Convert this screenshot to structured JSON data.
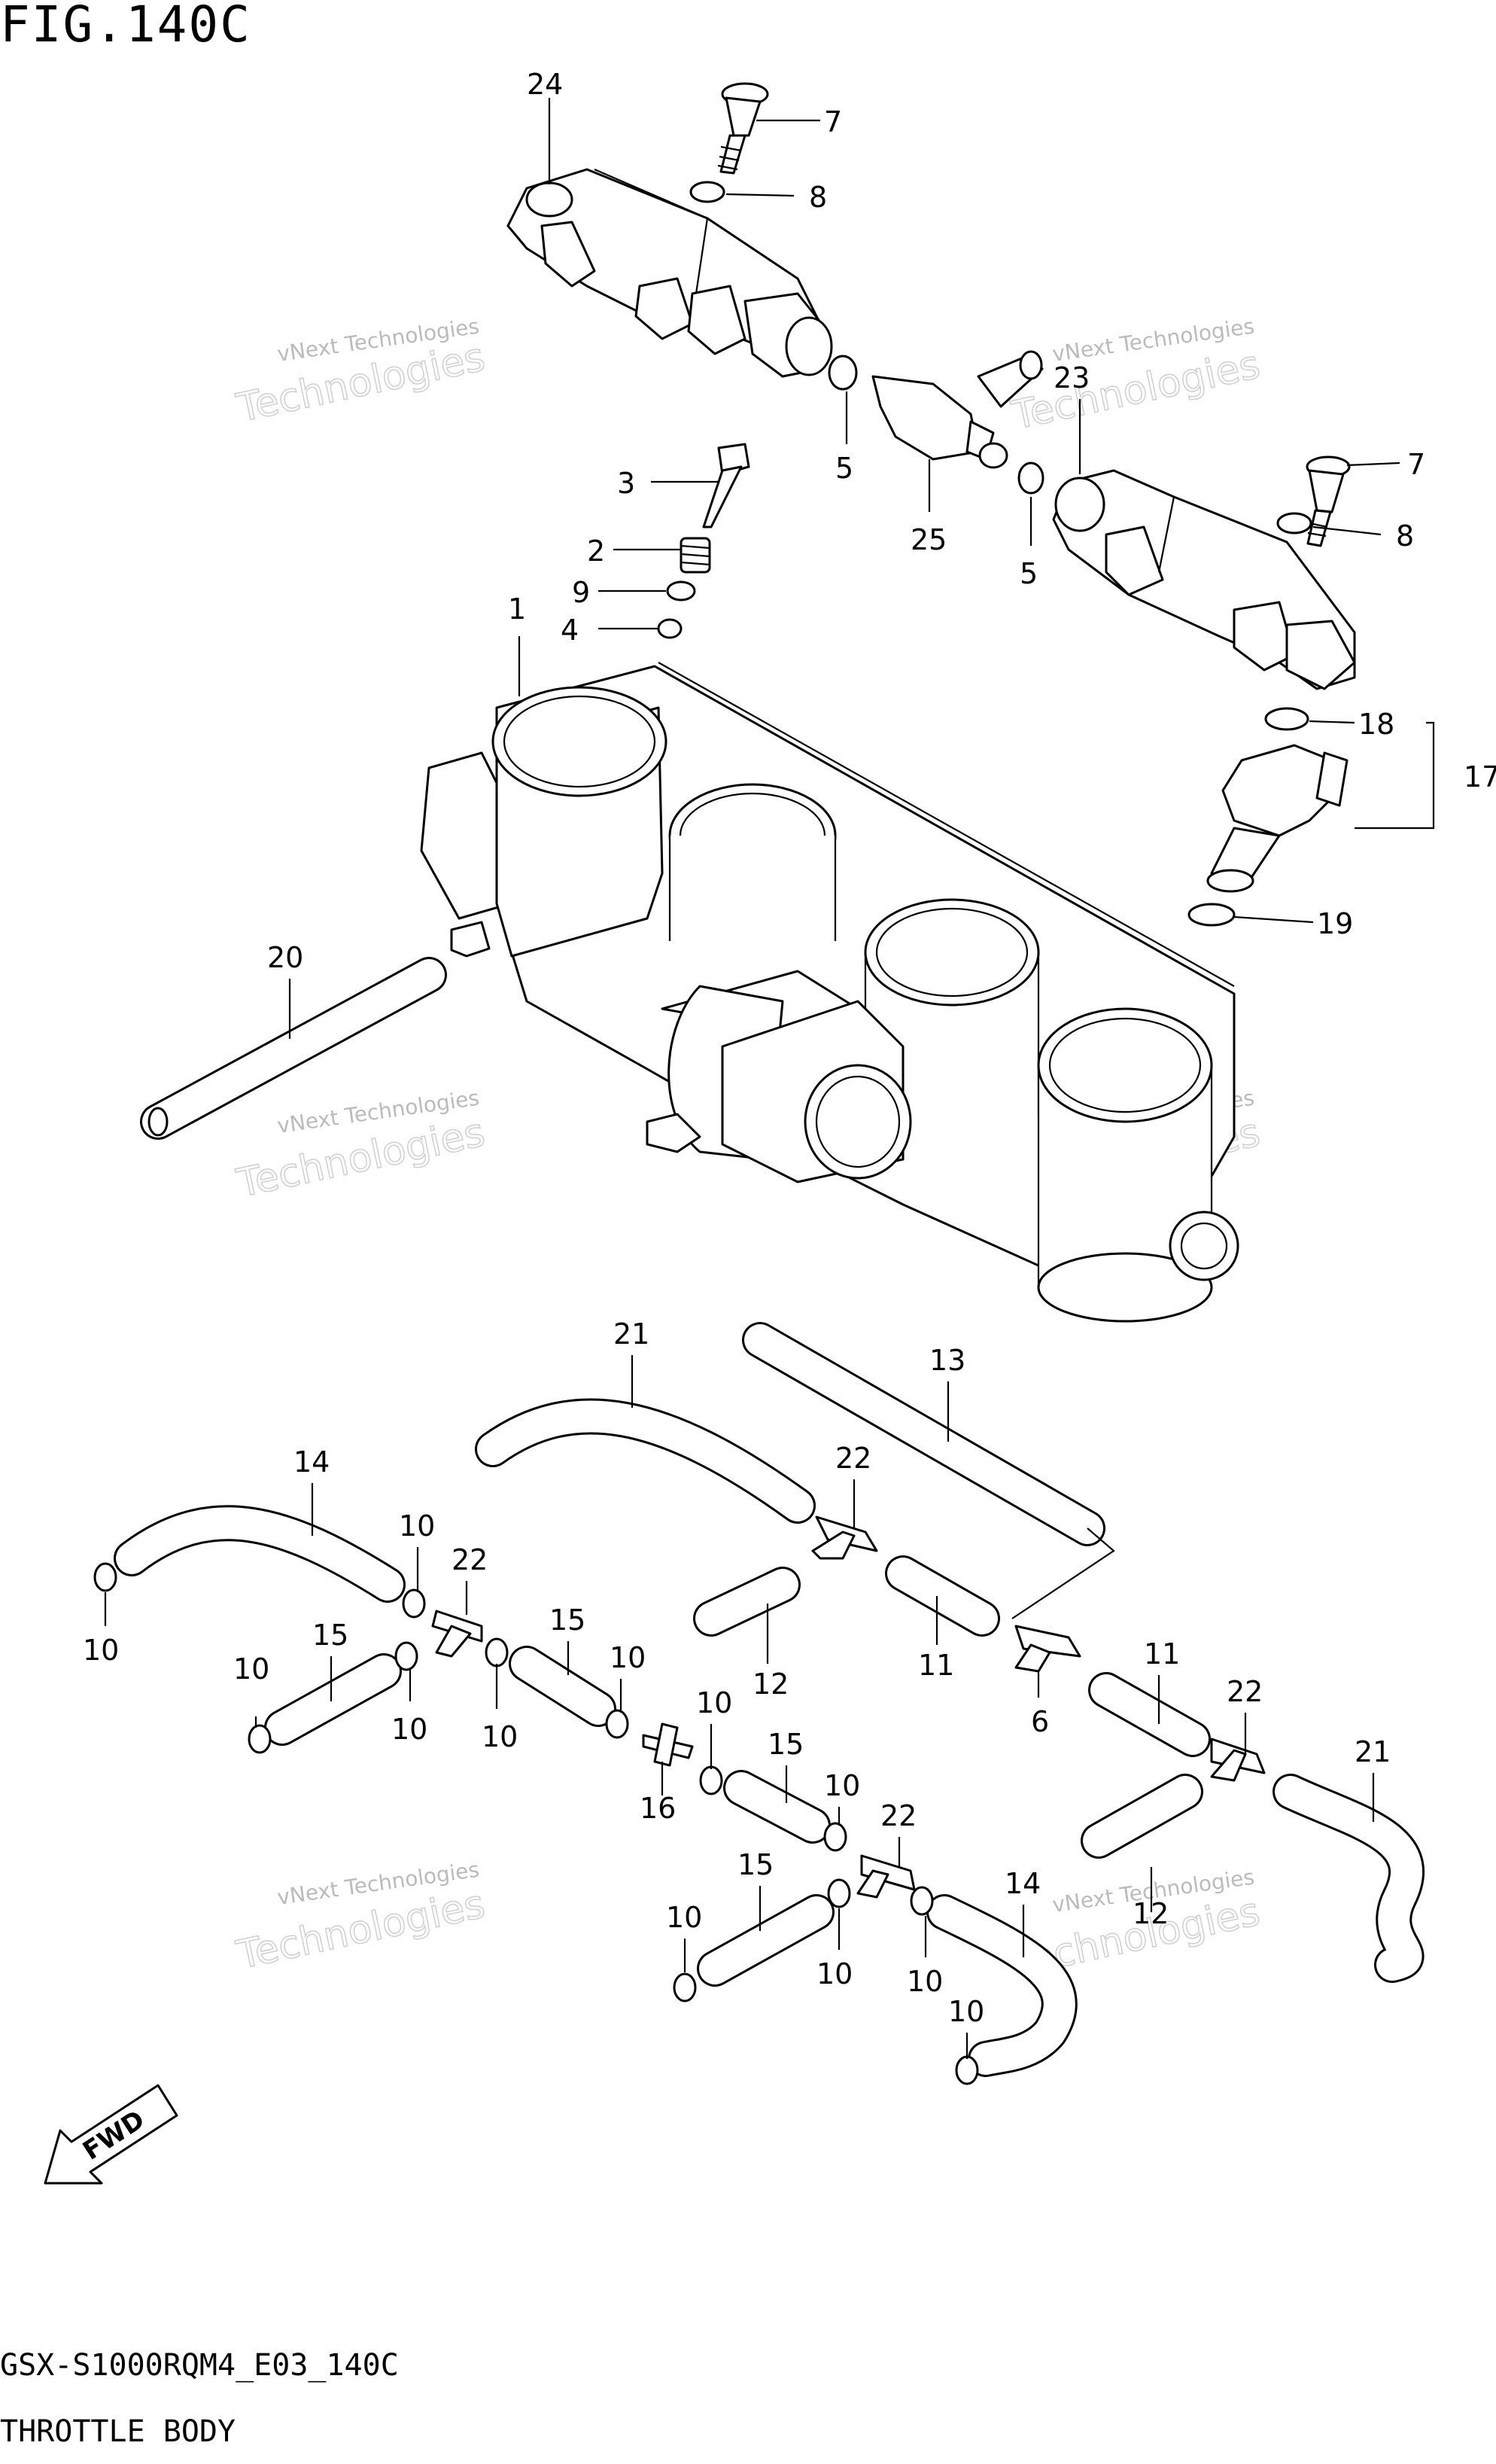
{
  "figure": {
    "title": "FIG.140C",
    "code": "GSX-S1000RQM4_E03_140C",
    "name": "THROTTLE BODY"
  },
  "watermark": {
    "line1": "vNext Technologies",
    "line2": "Technologies"
  },
  "callouts": [
    {
      "id": "c24a",
      "text": "24"
    },
    {
      "id": "c7a",
      "text": "7"
    },
    {
      "id": "c8a",
      "text": "8"
    },
    {
      "id": "c23",
      "text": "23"
    },
    {
      "id": "c7b",
      "text": "7"
    },
    {
      "id": "c8b",
      "text": "8"
    },
    {
      "id": "c3",
      "text": "3"
    },
    {
      "id": "c2",
      "text": "2"
    },
    {
      "id": "c9",
      "text": "9"
    },
    {
      "id": "c4",
      "text": "4"
    },
    {
      "id": "c1",
      "text": "1"
    },
    {
      "id": "c5a",
      "text": "5"
    },
    {
      "id": "c25",
      "text": "25"
    },
    {
      "id": "c5b",
      "text": "5"
    },
    {
      "id": "c18",
      "text": "18"
    },
    {
      "id": "c17",
      "text": "17"
    },
    {
      "id": "c19",
      "text": "19"
    },
    {
      "id": "c20",
      "text": "20"
    },
    {
      "id": "c21a",
      "text": "21"
    },
    {
      "id": "c13",
      "text": "13"
    },
    {
      "id": "c22a",
      "text": "22"
    },
    {
      "id": "c14a",
      "text": "14"
    },
    {
      "id": "c10a",
      "text": "10"
    },
    {
      "id": "c22b",
      "text": "22"
    },
    {
      "id": "c10b",
      "text": "10"
    },
    {
      "id": "c12a",
      "text": "12"
    },
    {
      "id": "c11a",
      "text": "11"
    },
    {
      "id": "c6",
      "text": "6"
    },
    {
      "id": "c11b",
      "text": "11"
    },
    {
      "id": "c22c",
      "text": "22"
    },
    {
      "id": "c15a",
      "text": "15"
    },
    {
      "id": "c10c",
      "text": "10"
    },
    {
      "id": "c10d",
      "text": "10"
    },
    {
      "id": "c15b",
      "text": "15"
    },
    {
      "id": "c10e",
      "text": "10"
    },
    {
      "id": "c10f",
      "text": "10"
    },
    {
      "id": "c10g",
      "text": "10"
    },
    {
      "id": "c16",
      "text": "16"
    },
    {
      "id": "c15c",
      "text": "15"
    },
    {
      "id": "c10h",
      "text": "10"
    },
    {
      "id": "c21b",
      "text": "21"
    },
    {
      "id": "c22d",
      "text": "22"
    },
    {
      "id": "c15d",
      "text": "15"
    },
    {
      "id": "c14b",
      "text": "14"
    },
    {
      "id": "c12b",
      "text": "12"
    },
    {
      "id": "c10i",
      "text": "10"
    },
    {
      "id": "c10j",
      "text": "10"
    },
    {
      "id": "c10k",
      "text": "10"
    },
    {
      "id": "c10l",
      "text": "10"
    }
  ],
  "icons": {
    "fwd_arrow": "fwd-arrow-icon"
  },
  "fwd_label": "FWD"
}
